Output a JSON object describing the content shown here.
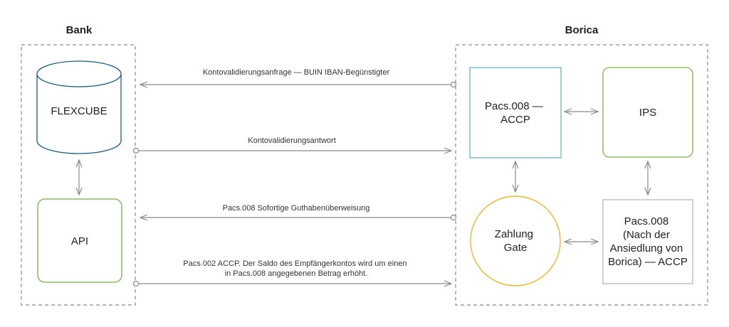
{
  "groups": {
    "bank": {
      "title": "Bank"
    },
    "borica": {
      "title": "Borica"
    }
  },
  "nodes": {
    "flexcube": {
      "label": "FLEXCUBE",
      "shape": "cylinder",
      "color": "#1a5f8b"
    },
    "api": {
      "label": "API",
      "shape": "rounded-rect",
      "color": "#6fb23f"
    },
    "pacs_acc": {
      "lines": [
        "Pacs.008 —",
        "ACCP"
      ],
      "shape": "rect",
      "color": "#65b6d0"
    },
    "ips": {
      "label": "IPS",
      "shape": "rounded-rect",
      "color": "#7ab648"
    },
    "gate": {
      "lines": [
        "Zahlung",
        "Gate"
      ],
      "shape": "circle",
      "color": "#f2b62c"
    },
    "pacs_settle": {
      "lines": [
        "Pacs.008",
        "(Nach der",
        "Ansiedlung von",
        "Borica) — ACCP"
      ],
      "shape": "rect",
      "color": "#b8b8b8"
    }
  },
  "messages": [
    {
      "lines": [
        "Kontovalidierungsanfrage — BUIN IBAN-Begünstigter"
      ],
      "direction": "to-bank"
    },
    {
      "lines": [
        "Kontovalidierungsantwort"
      ],
      "direction": "to-borica"
    },
    {
      "lines": [
        "Pacs.008 Sofortige Guthabenüberweisung"
      ],
      "direction": "to-bank"
    },
    {
      "lines": [
        "Pacs.002 ACCP. Der Saldo des Empfängerkontos wird um einen",
        "in Pacs.008 angegebenen Betrag erhöht."
      ],
      "direction": "to-borica"
    }
  ],
  "colors": {
    "group_border": "#8c8c8c",
    "connector": "#8a8a8a"
  }
}
